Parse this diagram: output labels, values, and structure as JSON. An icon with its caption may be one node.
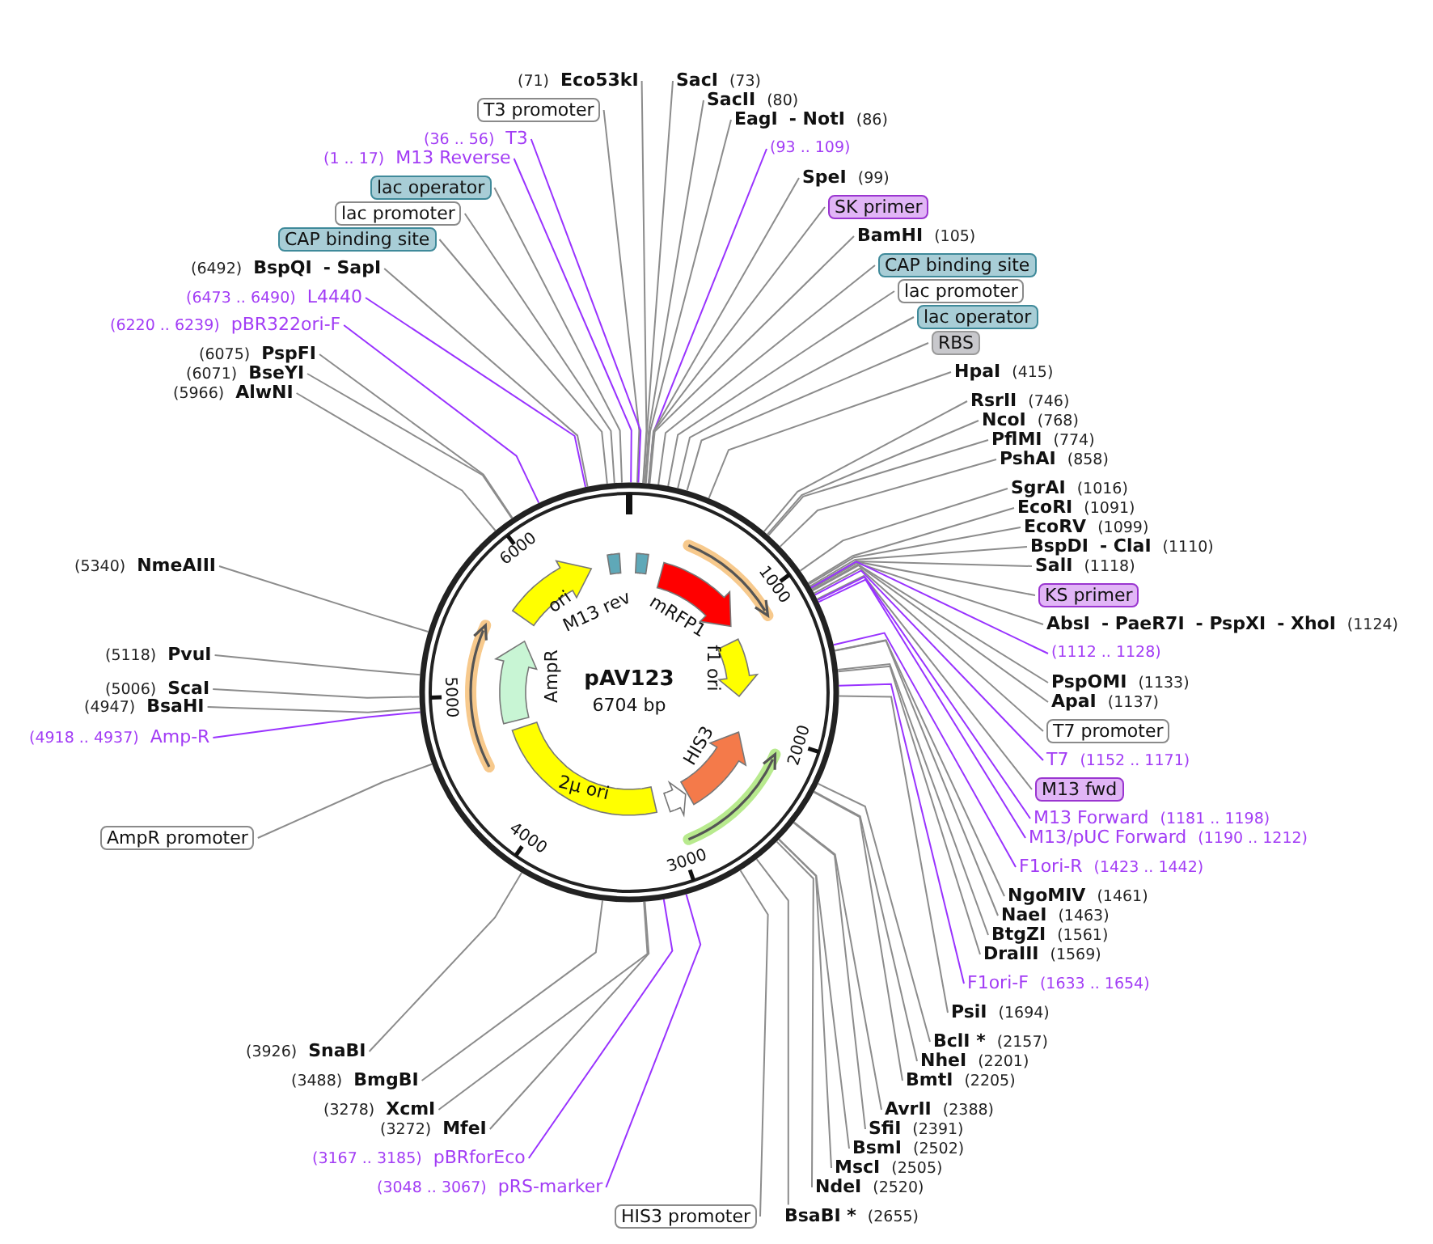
{
  "diagram": {
    "title": "pAV123",
    "nodes": [
      {
        "text": [
          "(71)",
          "Eco53kI"
        ]
      },
      {
        "text": [
          "SacI",
          "(73)"
        ]
      },
      {
        "text": [
          "SacII",
          "(80)"
        ]
      },
      {
        "text": [
          "EagI",
          "- NotI",
          "(86)"
        ]
      },
      {
        "text": [
          "T3 promoter"
        ]
      },
      {
        "text": [
          "(36 .. 56)",
          "T3"
        ]
      },
      {
        "text": [
          "(1 .. 17)",
          "M13 Reverse"
        ]
      },
      {
        "text": [
          "(93 .. 109)"
        ]
      },
      {
        "text": [
          "SpeI",
          "(99)"
        ]
      },
      {
        "text": [
          "SK primer"
        ]
      },
      {
        "text": [
          "BamHI",
          "(105)"
        ]
      },
      {
        "text": [
          "CAP binding site"
        ]
      },
      {
        "text": [
          "lac promoter"
        ]
      },
      {
        "text": [
          "lac operator"
        ]
      },
      {
        "text": [
          "RBS"
        ]
      },
      {
        "text": [
          "HpaI",
          "(415)"
        ]
      },
      {
        "text": [
          "RsrII",
          "(746)"
        ]
      },
      {
        "text": [
          "NcoI",
          "(768)"
        ]
      },
      {
        "text": [
          "PflMI",
          "(774)"
        ]
      },
      {
        "text": [
          "PshAI",
          "(858)"
        ]
      },
      {
        "text": [
          "SgrAI",
          "(1016)"
        ]
      },
      {
        "text": [
          "EcoRI",
          "(1091)"
        ]
      },
      {
        "text": [
          "EcoRV",
          "(1099)"
        ]
      },
      {
        "text": [
          "BspDI",
          "- ClaI",
          "(1110)"
        ]
      },
      {
        "text": [
          "SalI",
          "(1118)"
        ]
      },
      {
        "text": [
          "KS primer"
        ]
      },
      {
        "text": [
          "AbsI",
          "- PaeR7I",
          "- PspXI",
          "- XhoI",
          "(1124)"
        ]
      },
      {
        "text": [
          "(1112 .. 1128)"
        ]
      },
      {
        "text": [
          "PspOMI",
          "(1133)"
        ]
      },
      {
        "text": [
          "ApaI",
          "(1137)"
        ]
      },
      {
        "text": [
          "T7 promoter"
        ]
      },
      {
        "text": [
          "T7",
          "(1152 .. 1171)"
        ]
      },
      {
        "text": [
          "M13 fwd"
        ]
      },
      {
        "text": [
          "M13 Forward",
          "(1181 .. 1198)"
        ]
      },
      {
        "text": [
          "M13/pUC Forward",
          "(1190 .. 1212)"
        ]
      },
      {
        "text": [
          "F1ori-R",
          "(1423 .. 1442)"
        ]
      },
      {
        "text": [
          "NgoMIV",
          "(1461)"
        ]
      },
      {
        "text": [
          "NaeI",
          "(1463)"
        ]
      },
      {
        "text": [
          "BtgZI",
          "(1561)"
        ]
      },
      {
        "text": [
          "DraIII",
          "(1569)"
        ]
      },
      {
        "text": [
          "F1ori-F",
          "(1633 .. 1654)"
        ]
      },
      {
        "text": [
          "PsiI",
          "(1694)"
        ]
      },
      {
        "text": [
          "BclI *",
          "(2157)"
        ]
      },
      {
        "text": [
          "NheI",
          "(2201)"
        ]
      },
      {
        "text": [
          "BmtI",
          "(2205)"
        ]
      },
      {
        "text": [
          "AvrII",
          "(2388)"
        ]
      },
      {
        "text": [
          "SfiI",
          "(2391)"
        ]
      },
      {
        "text": [
          "BsmI",
          "(2502)"
        ]
      },
      {
        "text": [
          "MscI",
          "(2505)"
        ]
      },
      {
        "text": [
          "NdeI",
          "(2520)"
        ]
      },
      {
        "text": [
          "HIS3 promoter"
        ]
      },
      {
        "text": [
          "BsaBI *",
          "(2655)"
        ]
      },
      {
        "text": [
          "(3167 .. 3185)",
          "pBRforEco"
        ]
      },
      {
        "text": [
          "(3048 .. 3067)",
          "pRS-marker"
        ]
      },
      {
        "text": [
          "(3272)",
          "MfeI"
        ]
      },
      {
        "text": [
          "(3278)",
          "XcmI"
        ]
      },
      {
        "text": [
          "(3488)",
          "BmgBI"
        ]
      },
      {
        "text": [
          "(3926)",
          "SnaBI"
        ]
      },
      {
        "text": [
          "AmpR promoter"
        ]
      },
      {
        "text": [
          "(4918 .. 4937)",
          "Amp-R"
        ]
      },
      {
        "text": [
          "(4947)",
          "BsaHI"
        ]
      },
      {
        "text": [
          "(5006)",
          "ScaI"
        ]
      },
      {
        "text": [
          "(5118)",
          "PvuI"
        ]
      },
      {
        "text": [
          "(5340)",
          "NmeAIII"
        ]
      },
      {
        "text": [
          "(5966)",
          "AlwNI"
        ]
      },
      {
        "text": [
          "(6071)",
          "BseYI"
        ]
      },
      {
        "text": [
          "(6075)",
          "PspFI"
        ]
      },
      {
        "text": [
          "(6220 .. 6239)",
          "pBR322ori-F"
        ]
      },
      {
        "text": [
          "(6473 .. 6490)",
          "L4440"
        ]
      },
      {
        "text": [
          "(6492)",
          "BspQI",
          "- SapI"
        ]
      },
      {
        "text": [
          "CAP binding site"
        ]
      },
      {
        "text": [
          "lac promoter"
        ]
      },
      {
        "text": [
          "lac operator"
        ]
      },
      {
        "text": [],
        "shape": "circle"
      }
    ],
    "edges": [
      {
        "from": 0,
        "to": 73,
        "arrow": "none"
      },
      {
        "from": 1,
        "to": 73,
        "arrow": "none"
      },
      {
        "from": 2,
        "to": 73,
        "arrow": "none"
      },
      {
        "from": 3,
        "to": 73,
        "arrow": "none"
      },
      {
        "from": 4,
        "to": 73,
        "arrow": "none"
      },
      {
        "from": 5,
        "to": 73,
        "arrow": "none",
        "color": "#9933ff"
      },
      {
        "from": 6,
        "to": 73,
        "arrow": "none",
        "color": "#9933ff"
      },
      {
        "from": 7,
        "to": 73,
        "arrow": "none",
        "color": "#9933ff"
      },
      {
        "from": 8,
        "to": 73,
        "arrow": "none"
      },
      {
        "from": 9,
        "to": 73,
        "arrow": "none"
      },
      {
        "from": 10,
        "to": 73,
        "arrow": "none"
      },
      {
        "from": 11,
        "to": 73,
        "arrow": "none"
      },
      {
        "from": 12,
        "to": 73,
        "arrow": "none"
      },
      {
        "from": 13,
        "to": 73,
        "arrow": "none"
      },
      {
        "from": 14,
        "to": 73,
        "arrow": "none"
      },
      {
        "from": 15,
        "to": 73,
        "arrow": "none"
      },
      {
        "from": 16,
        "to": 73,
        "arrow": "none"
      },
      {
        "from": 17,
        "to": 73,
        "arrow": "none"
      },
      {
        "from": 18,
        "to": 73,
        "arrow": "none"
      },
      {
        "from": 19,
        "to": 73,
        "arrow": "none"
      },
      {
        "from": 20,
        "to": 73,
        "arrow": "none"
      },
      {
        "from": 21,
        "to": 73,
        "arrow": "none"
      },
      {
        "from": 22,
        "to": 73,
        "arrow": "none"
      },
      {
        "from": 23,
        "to": 73,
        "arrow": "none"
      },
      {
        "from": 24,
        "to": 73,
        "arrow": "none"
      },
      {
        "from": 25,
        "to": 73,
        "arrow": "none"
      },
      {
        "from": 26,
        "to": 73,
        "arrow": "none"
      },
      {
        "from": 27,
        "to": 73,
        "arrow": "none",
        "color": "#9933ff"
      },
      {
        "from": 28,
        "to": 73,
        "arrow": "none"
      },
      {
        "from": 29,
        "to": 73,
        "arrow": "none"
      },
      {
        "from": 30,
        "to": 73,
        "arrow": "none"
      },
      {
        "from": 31,
        "to": 73,
        "arrow": "none",
        "color": "#9933ff"
      },
      {
        "from": 32,
        "to": 73,
        "arrow": "none"
      },
      {
        "from": 33,
        "to": 73,
        "arrow": "none",
        "color": "#9933ff"
      },
      {
        "from": 34,
        "to": 73,
        "arrow": "none",
        "color": "#9933ff"
      },
      {
        "from": 35,
        "to": 73,
        "arrow": "none",
        "color": "#9933ff"
      },
      {
        "from": 36,
        "to": 73,
        "arrow": "none"
      },
      {
        "from": 37,
        "to": 73,
        "arrow": "none"
      },
      {
        "from": 38,
        "to": 73,
        "arrow": "none"
      },
      {
        "from": 39,
        "to": 73,
        "arrow": "none"
      },
      {
        "from": 40,
        "to": 73,
        "arrow": "none",
        "color": "#9933ff"
      },
      {
        "from": 41,
        "to": 73,
        "arrow": "none"
      },
      {
        "from": 42,
        "to": 73,
        "arrow": "none"
      },
      {
        "from": 43,
        "to": 73,
        "arrow": "none"
      },
      {
        "from": 44,
        "to": 73,
        "arrow": "none"
      },
      {
        "from": 45,
        "to": 73,
        "arrow": "none"
      },
      {
        "from": 46,
        "to": 73,
        "arrow": "none"
      },
      {
        "from": 47,
        "to": 73,
        "arrow": "none"
      },
      {
        "from": 48,
        "to": 73,
        "arrow": "none"
      },
      {
        "from": 49,
        "to": 73,
        "arrow": "none"
      },
      {
        "from": 50,
        "to": 73,
        "arrow": "none"
      },
      {
        "from": 51,
        "to": 73,
        "arrow": "none"
      },
      {
        "from": 52,
        "to": 73,
        "arrow": "none",
        "color": "#9933ff"
      },
      {
        "from": 53,
        "to": 73,
        "arrow": "none",
        "color": "#9933ff"
      },
      {
        "from": 54,
        "to": 73,
        "arrow": "none"
      },
      {
        "from": 55,
        "to": 73,
        "arrow": "none"
      },
      {
        "from": 56,
        "to": 73,
        "arrow": "none"
      },
      {
        "from": 57,
        "to": 73,
        "arrow": "none"
      },
      {
        "from": 58,
        "to": 73,
        "arrow": "none"
      },
      {
        "from": 59,
        "to": 73,
        "arrow": "none",
        "color": "#9933ff"
      },
      {
        "from": 60,
        "to": 73,
        "arrow": "none"
      },
      {
        "from": 61,
        "to": 73,
        "arrow": "none"
      },
      {
        "from": 62,
        "to": 73,
        "arrow": "none"
      },
      {
        "from": 63,
        "to": 73,
        "arrow": "none"
      },
      {
        "from": 64,
        "to": 73,
        "arrow": "none"
      },
      {
        "from": 65,
        "to": 73,
        "arrow": "none"
      },
      {
        "from": 66,
        "to": 73,
        "arrow": "none"
      },
      {
        "from": 67,
        "to": 73,
        "arrow": "none",
        "color": "#9933ff"
      },
      {
        "from": 68,
        "to": 73,
        "arrow": "none",
        "color": "#9933ff"
      },
      {
        "from": 69,
        "to": 73,
        "arrow": "none"
      },
      {
        "from": 70,
        "to": 73,
        "arrow": "none"
      },
      {
        "from": 71,
        "to": 73,
        "arrow": "none"
      },
      {
        "from": 72,
        "to": 73,
        "arrow": "none"
      }
    ],
    "labels": [
      "6704 bp",
      "ori",
      "M13 rev",
      "mRFP1",
      "f1 ori",
      "HIS3",
      "2µ ori",
      "AmpR",
      "1000",
      "2000",
      "3000",
      "4000",
      "5000",
      "6000"
    ]
  }
}
